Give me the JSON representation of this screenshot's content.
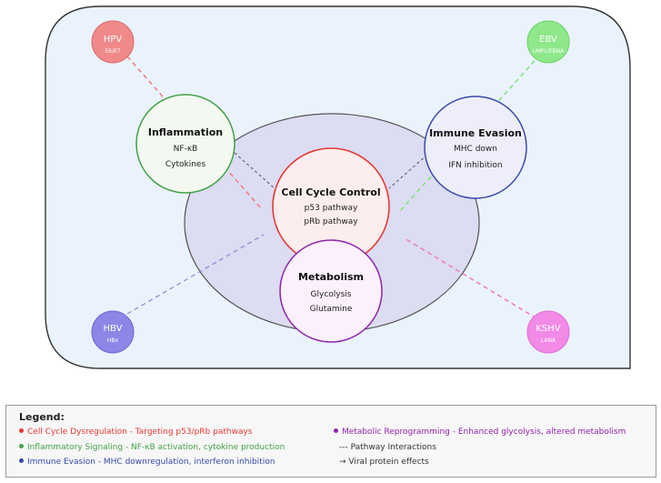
{
  "nodes": {
    "cell_cycle": {
      "title": "Cell Cycle Control",
      "lines": [
        "p53 pathway",
        "pRb pathway"
      ]
    },
    "metabolism": {
      "title": "Metabolism",
      "lines": [
        "Glycolysis",
        "Glutamine"
      ]
    },
    "inflammation": {
      "title": "Inflammation",
      "lines": [
        "NF-κB",
        "Cytokines"
      ]
    },
    "immune": {
      "title": "Immune Evasion",
      "lines": [
        "MHC down",
        "IFN inhibition"
      ]
    }
  },
  "viruses": {
    "hpv": {
      "name": "HPV",
      "protein": "E6/E7"
    },
    "ebv": {
      "name": "EBV",
      "protein": "LMP1/EBNA"
    },
    "hbv": {
      "name": "HBV",
      "protein": "HBx"
    },
    "kshv": {
      "name": "KSHV",
      "protein": "LANA"
    }
  },
  "legend": {
    "title": "Legend:",
    "items": [
      "Cell Cycle Dysregulation - Targeting p53/pRb pathways",
      "Inflammatory Signaling - NF-κB activation, cytokine production",
      "Immune Evasion - MHC downregulation, interferon inhibition",
      "Metabolic Reprogramming - Enhanced glycolysis, altered metabolism"
    ],
    "pathway_interactions": "--- Pathway Interactions",
    "viral_effects": "→ Viral protein effects"
  },
  "colors": {
    "cell_cycle": "#e53935",
    "inflammation": "#43a047",
    "immune": "#3949ab",
    "metabolism": "#8e24aa",
    "cell_bg": "#eaf3fb",
    "core_bg": "#dcdcf2"
  }
}
